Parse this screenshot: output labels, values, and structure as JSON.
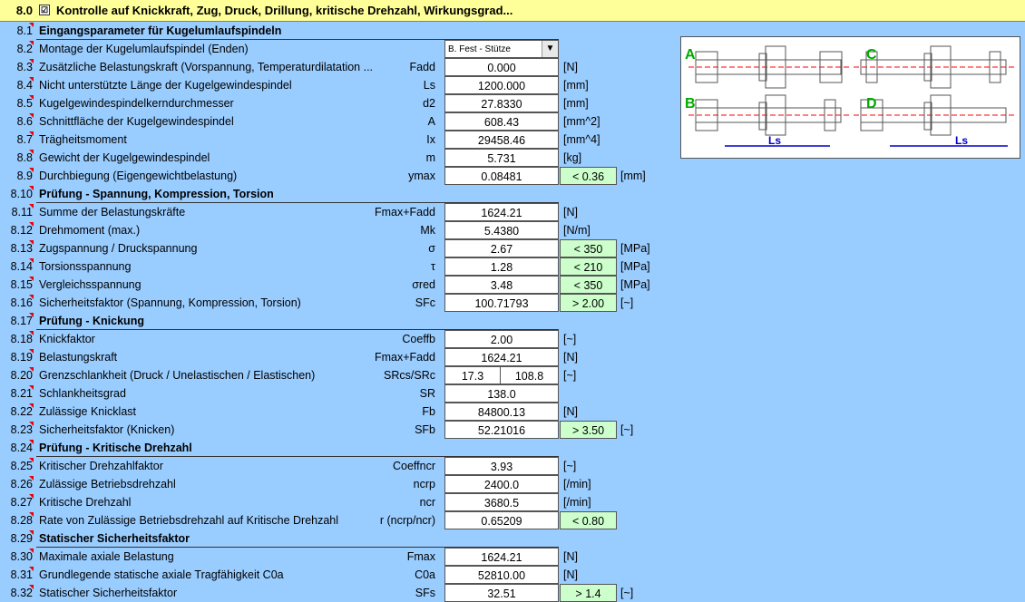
{
  "header": {
    "number": "8.0",
    "checked": "☑",
    "title": "Kontrolle auf Knickkraft, Zug, Druck, Drillung, kritische Drehzahl, Wirkungsgrad..."
  },
  "rows": [
    {
      "num": "8.1",
      "label": "Eingangsparameter für Kugelumlaufspindeln",
      "section": true
    },
    {
      "num": "8.2",
      "label": "Montage der Kugelumlaufspindel (Enden)",
      "select": "B. Fest - Stütze"
    },
    {
      "num": "8.3",
      "label": "Zusätzliche Belastungskraft (Vorspannung, Temperaturdilatation ...",
      "sym": "Fadd",
      "value": "0.000",
      "unit": "[N]"
    },
    {
      "num": "8.4",
      "label": "Nicht unterstützte Länge der Kugelgewindespindel",
      "sym": "Ls",
      "value": "1200.000",
      "unit": "[mm]"
    },
    {
      "num": "8.5",
      "label": "Kugelgewindespindelkerndurchmesser",
      "sym": "d2",
      "value": "27.8330",
      "unit": "[mm]"
    },
    {
      "num": "8.6",
      "label": "Schnittfläche der Kugelgewindespindel",
      "sym": "A",
      "value": "608.43",
      "unit": "[mm^2]"
    },
    {
      "num": "8.7",
      "label": "Trägheitsmoment",
      "sym": "Ix",
      "value": "29458.46",
      "unit": "[mm^4]"
    },
    {
      "num": "8.8",
      "label": "Gewicht der Kugelgewindespindel",
      "sym": "m",
      "value": "5.731",
      "unit": "[kg]"
    },
    {
      "num": "8.9",
      "label": "Durchbiegung (Eigengewichtbelastung)",
      "sym": "ymax",
      "value": "0.08481",
      "limit": "< 0.36",
      "unit": "[mm]"
    },
    {
      "num": "8.10",
      "label": "Prüfung - Spannung, Kompression, Torsion",
      "section": true
    },
    {
      "num": "8.11",
      "label": "Summe der Belastungskräfte",
      "sym": "Fmax+Fadd",
      "value": "1624.21",
      "unit": "[N]"
    },
    {
      "num": "8.12",
      "label": "Drehmoment (max.)",
      "sym": "Mk",
      "value": "5.4380",
      "unit": "[N/m]"
    },
    {
      "num": "8.13",
      "label": "Zugspannung / Druckspannung",
      "sym": "σ",
      "value": "2.67",
      "limit": "< 350",
      "unit": "[MPa]"
    },
    {
      "num": "8.14",
      "label": "Torsionsspannung",
      "sym": "τ",
      "value": "1.28",
      "limit": "< 210",
      "unit": "[MPa]"
    },
    {
      "num": "8.15",
      "label": "Vergleichsspannung",
      "sym": "σred",
      "value": "3.48",
      "limit": "< 350",
      "unit": "[MPa]"
    },
    {
      "num": "8.16",
      "label": "Sicherheitsfaktor (Spannung, Kompression, Torsion)",
      "sym": "SFc",
      "value": "100.71793",
      "limit": "> 2.00",
      "unit": "[~]"
    },
    {
      "num": "8.17",
      "label": "Prüfung - Knickung",
      "section": true
    },
    {
      "num": "8.18",
      "label": "Knickfaktor",
      "sym": "Coeffb",
      "value": "2.00",
      "unit": "[~]"
    },
    {
      "num": "8.19",
      "label": "Belastungskraft",
      "sym": "Fmax+Fadd",
      "value": "1624.21",
      "unit": "[N]"
    },
    {
      "num": "8.20",
      "label": "Grenzschlankheit (Druck / Unelastischen / Elastischen)",
      "sym": "SRcs/SRc",
      "value_a": "17.3",
      "value_b": "108.8",
      "unit": "[~]"
    },
    {
      "num": "8.21",
      "label": "Schlankheitsgrad",
      "sym": "SR",
      "value": "138.0"
    },
    {
      "num": "8.22",
      "label": "Zulässige Knicklast",
      "sym": "Fb",
      "value": "84800.13",
      "unit": "[N]"
    },
    {
      "num": "8.23",
      "label": "Sicherheitsfaktor (Knicken)",
      "sym": "SFb",
      "value": "52.21016",
      "limit": "> 3.50",
      "unit": "[~]"
    },
    {
      "num": "8.24",
      "label": "Prüfung - Kritische Drehzahl",
      "section": true
    },
    {
      "num": "8.25",
      "label": "Kritischer Drehzahlfaktor",
      "sym": "Coeffncr",
      "value": "3.93",
      "unit": "[~]"
    },
    {
      "num": "8.26",
      "label": "Zulässige Betriebsdrehzahl",
      "sym": "ncrp",
      "value": "2400.0",
      "unit": "[/min]"
    },
    {
      "num": "8.27",
      "label": "Kritische Drehzahl",
      "sym": "ncr",
      "value": "3680.5",
      "unit": "[/min]"
    },
    {
      "num": "8.28",
      "label": "Rate von Zulässige Betriebsdrehzahl auf Kritische Drehzahl",
      "sym": "r (ncrp/ncr)",
      "value": "0.65209",
      "limit": "< 0.80"
    },
    {
      "num": "8.29",
      "label": "Statischer Sicherheitsfaktor",
      "section": true
    },
    {
      "num": "8.30",
      "label": "Maximale axiale Belastung",
      "sym": "Fmax",
      "value": "1624.21",
      "unit": "[N]"
    },
    {
      "num": "8.31",
      "label": "Grundlegende statische axiale Tragfähigkeit C0a",
      "sym": "C0a",
      "value": "52810.00",
      "unit": "[N]"
    },
    {
      "num": "8.32",
      "label": "Statischer Sicherheitsfaktor",
      "sym": "SFs",
      "value": "32.51",
      "limit": "> 1.4",
      "unit": "[~]"
    }
  ],
  "diagram": {
    "labels": [
      "A",
      "B",
      "C",
      "D"
    ],
    "dimension": "Ls",
    "accent_label": "#00aa00",
    "dim_color": "#0000cc",
    "center_color": "#ff0000"
  }
}
